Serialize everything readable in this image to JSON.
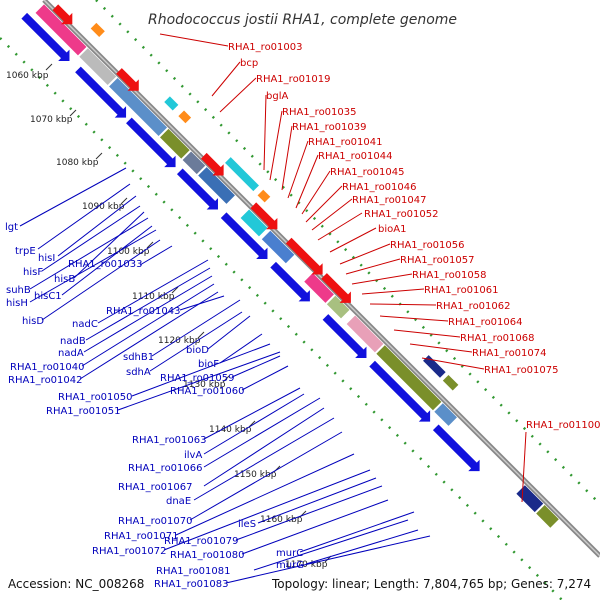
{
  "title": "Rhodococcus jostii RHA1, complete genome",
  "footer": {
    "accession": "Accession: NC_008268",
    "summary": "Topology: linear; Length: 7,804,765 bp; Genes: 7,274"
  },
  "ruler_labels": [
    "1060 kbp",
    "1070 kbp",
    "1080 kbp",
    "1090 kbp",
    "1100 kbp",
    "1110 kbp",
    "1120 kbp",
    "1130 kbp",
    "1140 kbp",
    "1150 kbp",
    "1160 kbp",
    "1170 kbp"
  ],
  "top_strand_labels": [
    "RHA1_ro01003",
    "bcp",
    "RHA1_ro01019",
    "bglA",
    "RHA1_ro01035",
    "RHA1_ro01039",
    "RHA1_ro01041",
    "RHA1_ro01044",
    "RHA1_ro01045",
    "RHA1_ro01046",
    "RHA1_ro01047",
    "RHA1_ro01052",
    "bioA1",
    "RHA1_ro01056",
    "RHA1_ro01057",
    "RHA1_ro01058",
    "RHA1_ro01061",
    "RHA1_ro01062",
    "RHA1_ro01064",
    "RHA1_ro01068",
    "RHA1_ro01074",
    "RHA1_ro01075",
    "RHA1_ro01100"
  ],
  "bottom_strand_labels": [
    "lgt",
    "trpE",
    "hisI",
    "hisF",
    "hisB",
    "suhB",
    "hisC1",
    "hisH",
    "hisD",
    "RHA1_ro01033",
    "nadC",
    "nadB",
    "nadA",
    "RHA1_ro01040",
    "RHA1_ro01042",
    "RHA1_ro01043",
    "sdhB1",
    "sdhA",
    "bioD",
    "bioF",
    "RHA1_ro01050",
    "RHA1_ro01051",
    "RHA1_ro01059",
    "RHA1_ro01060",
    "RHA1_ro01063",
    "ilvA",
    "RHA1_ro01066",
    "RHA1_ro01067",
    "dnaE",
    "RHA1_ro01070",
    "RHA1_ro01071",
    "RHA1_ro01072",
    "ileS",
    "RHA1_ro01079",
    "RHA1_ro01080",
    "murC",
    "RHA1_ro01081",
    "murG",
    "RHA1_ro01083"
  ],
  "colors": {
    "forward_gene": "#ee1111",
    "reverse_gene": "#1111dd",
    "backbone": "#888888",
    "gc_skew_dots": "#339933",
    "cds_track_blue": "#5b8fc9",
    "cds_track_olive": "#7a8f2a",
    "cds_track_pink": "#e8a0b8"
  }
}
